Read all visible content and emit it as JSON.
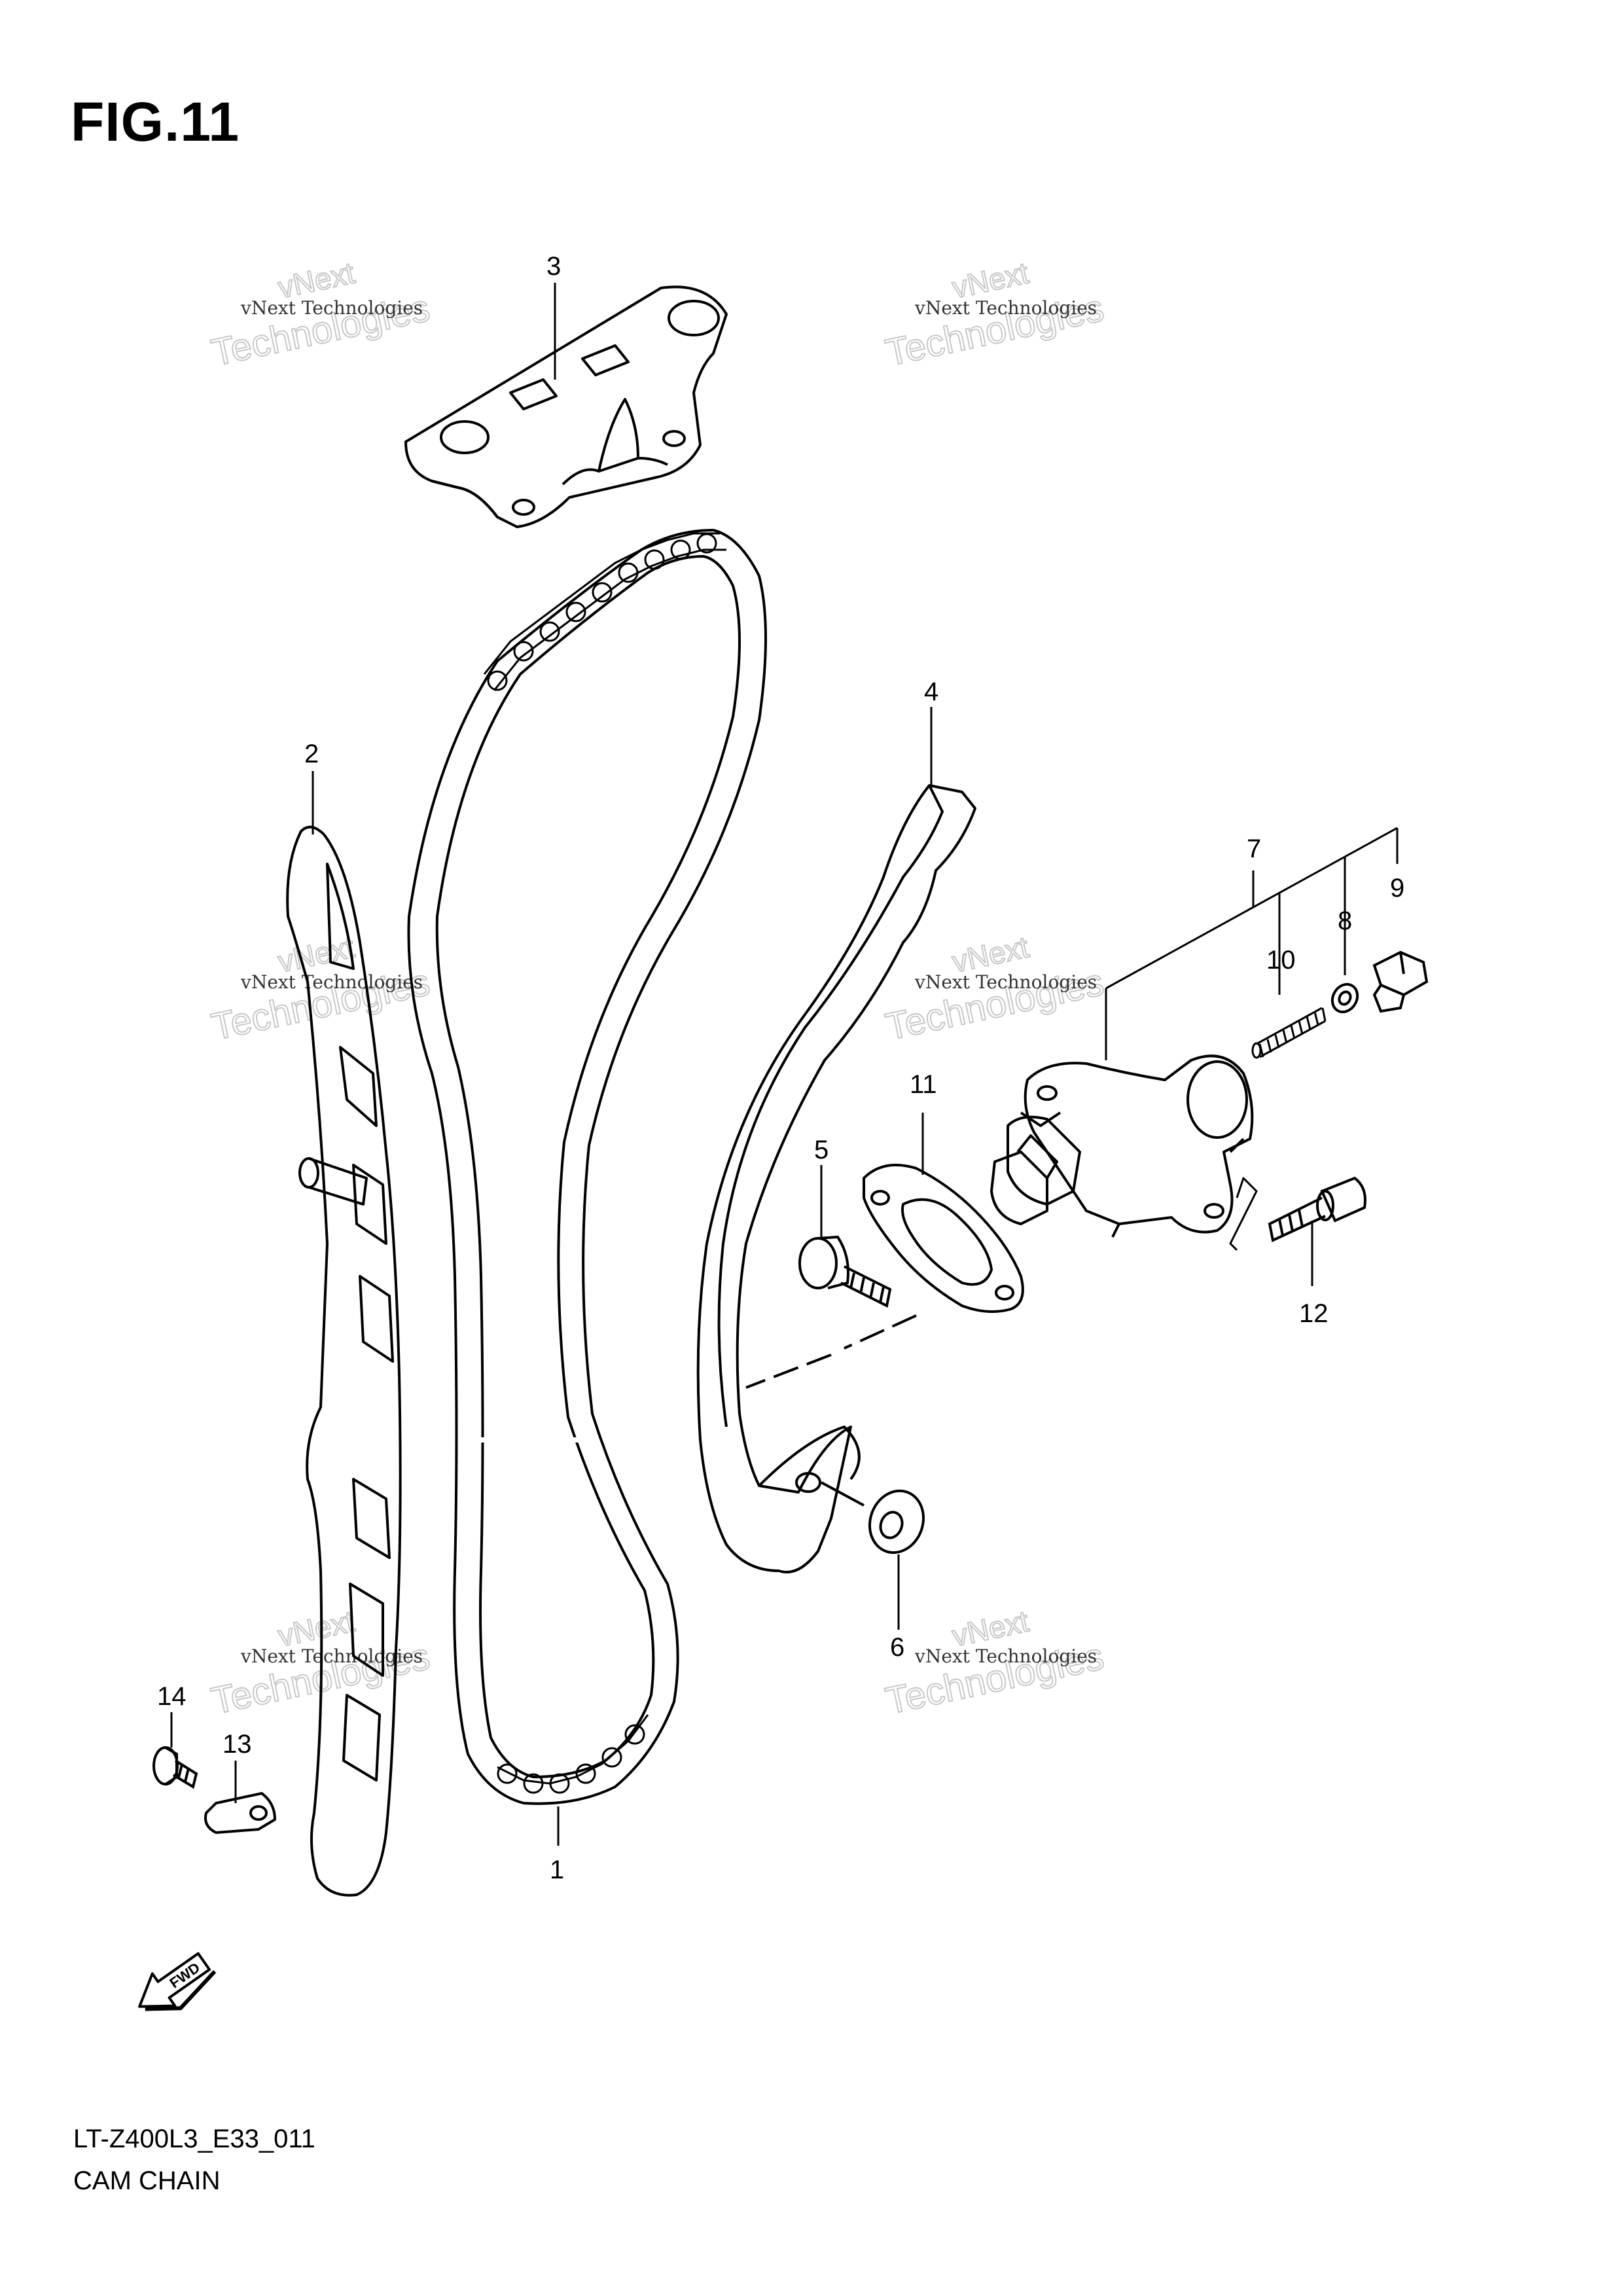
{
  "figure_title": "FIG.11",
  "footer": {
    "code": "LT-Z400L3_E33_011",
    "name": "CAM CHAIN"
  },
  "callouts": {
    "c1": "1",
    "c2": "2",
    "c3": "3",
    "c4": "4",
    "c5": "5",
    "c6": "6",
    "c7": "7",
    "c8": "8",
    "c9": "9",
    "c10": "10",
    "c11": "11",
    "c12": "12",
    "c13": "13",
    "c14": "14"
  },
  "watermark": {
    "small": "vNext Technologies",
    "big": "Technologies",
    "next": "vNext"
  },
  "fwd_label": "FWD"
}
